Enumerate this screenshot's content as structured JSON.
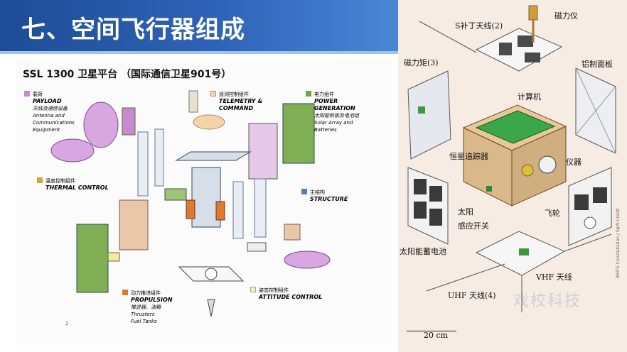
{
  "banner": {
    "title": "七、空间飞行器组成"
  },
  "left": {
    "title": "SSL 1300  卫星平台 （国际通信卫星901号）",
    "page_number": "2",
    "legend": {
      "payload": {
        "cn": "载荷",
        "en": "PAYLOAD",
        "sub1": "天线及通信设备",
        "sub2": "Antenna and",
        "sub3": "Communications",
        "sub4": "Equipment",
        "color": "#c58ad0"
      },
      "telemetry": {
        "cn": "遥测控制组件",
        "en1": "TELEMETRY &",
        "en2": "COMMAND",
        "color": "#f2d4a8"
      },
      "power": {
        "cn": "电力组件",
        "en1": "POWER",
        "en2": "GENERATION",
        "sub1": "太阳能帆板及电池组",
        "sub2": "Solar Array and",
        "sub3": "Batteries",
        "color": "#6da646"
      },
      "thermal": {
        "cn": "温度控制组件",
        "en": "THERMAL CONTROL",
        "color": "#d9a62a"
      },
      "structure": {
        "cn": "主结构",
        "en": "STRUCTURE",
        "color": "#4d7fc1"
      },
      "propulsion": {
        "cn": "动力推进组件",
        "en": "PROPULSION",
        "sub1": "推进器、油箱",
        "sub2": "Thrusters",
        "sub3": "Fuel Tanks",
        "color": "#e07a2a"
      },
      "attitude": {
        "cn": "姿态控制组件",
        "en": "ATTITUDE CONTROL",
        "color": "#f4f0b0"
      }
    }
  },
  "right": {
    "labels": {
      "s_antenna": "S补丁天线(2)",
      "magnetometer": "磁力仪",
      "magnetorquer": "磁力矩(3)",
      "aluminum_panel": "铝制面板",
      "computer": "计算机",
      "star_tracker": "恒星追踪器",
      "instrument": "仪器",
      "sun_sensor_1": "太阳",
      "sun_sensor_2": "感应开关",
      "flywheel": "飞轮",
      "solar_battery": "太阳能蓄电池",
      "vhf_antenna": "VHF 天线",
      "uhf_antenna": "UHF 天线(4)"
    },
    "scale": "20 cm",
    "watermark": "戏校科技",
    "credit": "BRITE-Constellation / SpW-Credit"
  }
}
